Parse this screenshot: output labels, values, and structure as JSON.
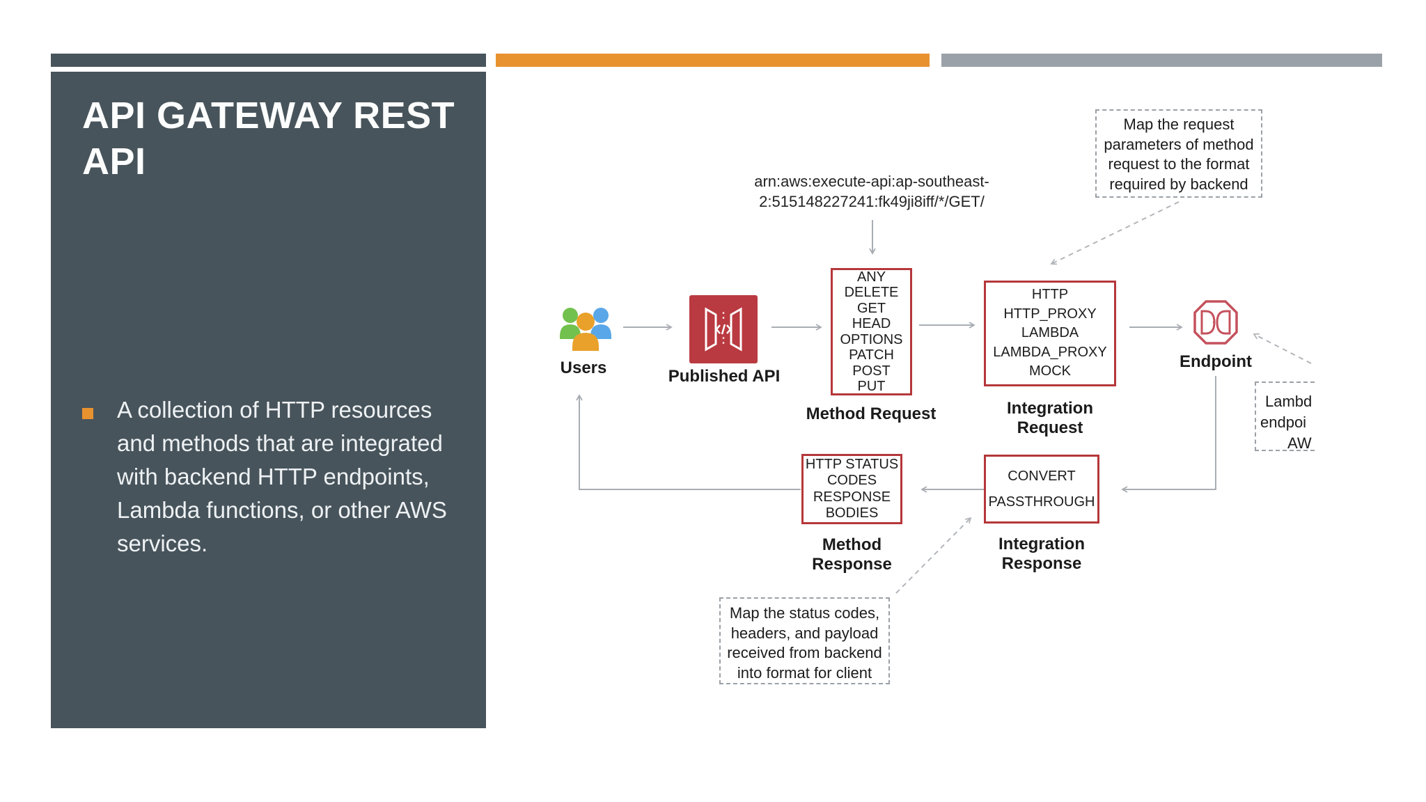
{
  "slide": {
    "title": "API GATEWAY REST API",
    "bullet_text": "A collection of HTTP resources and methods that are integrated with backend HTTP endpoints, Lambda functions, or other AWS services.",
    "colors": {
      "panel": "#48545b",
      "accent_orange": "#e8922f",
      "bar_gray": "#9ba1a8",
      "box_border_red": "#b5373a",
      "arrow_gray": "#a8adb3"
    }
  },
  "diagram": {
    "arn": {
      "line1": "arn:aws:execute-api:ap-southeast-",
      "line2": "2:515148227241:fk49ji8iff/*/GET/"
    },
    "users_label": "Users",
    "published_api_label": "Published API",
    "endpoint_label": "Endpoint",
    "method_request": {
      "label": "Method Request",
      "items": [
        "ANY",
        "DELETE",
        "GET",
        "HEAD",
        "OPTIONS",
        "PATCH",
        "POST",
        "PUT"
      ]
    },
    "integration_request": {
      "label": "Integration Request",
      "items": [
        "HTTP",
        "HTTP_PROXY",
        "LAMBDA",
        "LAMBDA_PROXY",
        "MOCK"
      ]
    },
    "method_response": {
      "label": "Method Response",
      "items": [
        "HTTP STATUS",
        "CODES",
        "RESPONSE",
        "BODIES"
      ]
    },
    "integration_response": {
      "label": "Integration Response",
      "items": [
        "CONVERT",
        "PASSTHROUGH"
      ]
    },
    "note_request": "Map the request parameters of method request to the format required by backend",
    "note_response": "Map the status codes, headers, and payload received from backend into format for client",
    "note_backend_clipped": {
      "line1": "Lambd",
      "line2": "endpoi",
      "line3": "AW"
    }
  }
}
